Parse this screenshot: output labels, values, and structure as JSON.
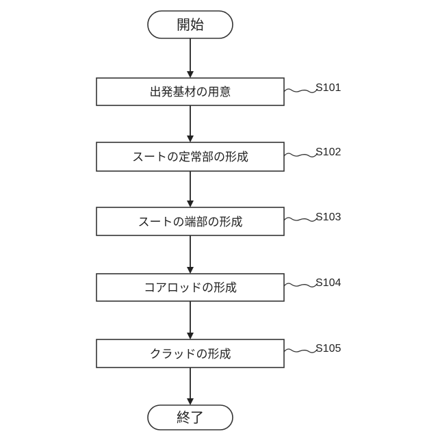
{
  "flowchart": {
    "start_label": "開始",
    "end_label": "終了",
    "steps": [
      {
        "id": "S101",
        "label": "出発基材の用意"
      },
      {
        "id": "S102",
        "label": "スートの定常部の形成"
      },
      {
        "id": "S103",
        "label": "スートの端部の形成"
      },
      {
        "id": "S104",
        "label": "コアロッドの形成"
      },
      {
        "id": "S105",
        "label": "クラッドの形成"
      }
    ]
  }
}
